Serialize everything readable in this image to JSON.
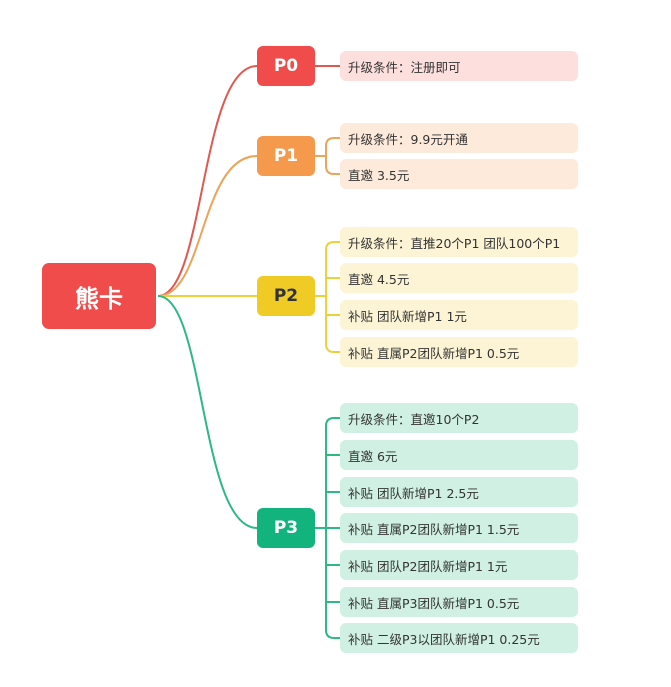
{
  "root": {
    "label": "熊卡",
    "color": "#f04c4c"
  },
  "branches": [
    {
      "label": "P0",
      "color": "#f04c4c",
      "line": "#e0584f",
      "leaf_bg": "#fde0de",
      "items": [
        "升级条件：注册即可"
      ]
    },
    {
      "label": "P1",
      "color": "#f59a4d",
      "line": "#eca35a",
      "leaf_bg": "#fdeadb",
      "items": [
        "升级条件：9.9元开通",
        "直邀 3.5元"
      ]
    },
    {
      "label": "P2",
      "color": "#f0cb25",
      "line": "#ecd23a",
      "leaf_bg": "#fdf4d6",
      "items": [
        "升级条件：直推20个P1  团队100个P1",
        "直邀 4.5元",
        "补贴 团队新增P1   1元",
        "补贴 直属P2团队新增P1   0.5元"
      ]
    },
    {
      "label": "P3",
      "color": "#12b37c",
      "line": "#2eb883",
      "leaf_bg": "#cff0e2",
      "items": [
        "升级条件：直邀10个P2",
        "直邀 6元",
        "补贴 团队新增P1   2.5元",
        "补贴 直属P2团队新增P1   1.5元",
        "补贴 团队P2团队新增P1   1元",
        "补贴 直属P3团队新增P1   0.5元",
        "补贴 二级P3以团队新增P1   0.25元"
      ]
    }
  ]
}
